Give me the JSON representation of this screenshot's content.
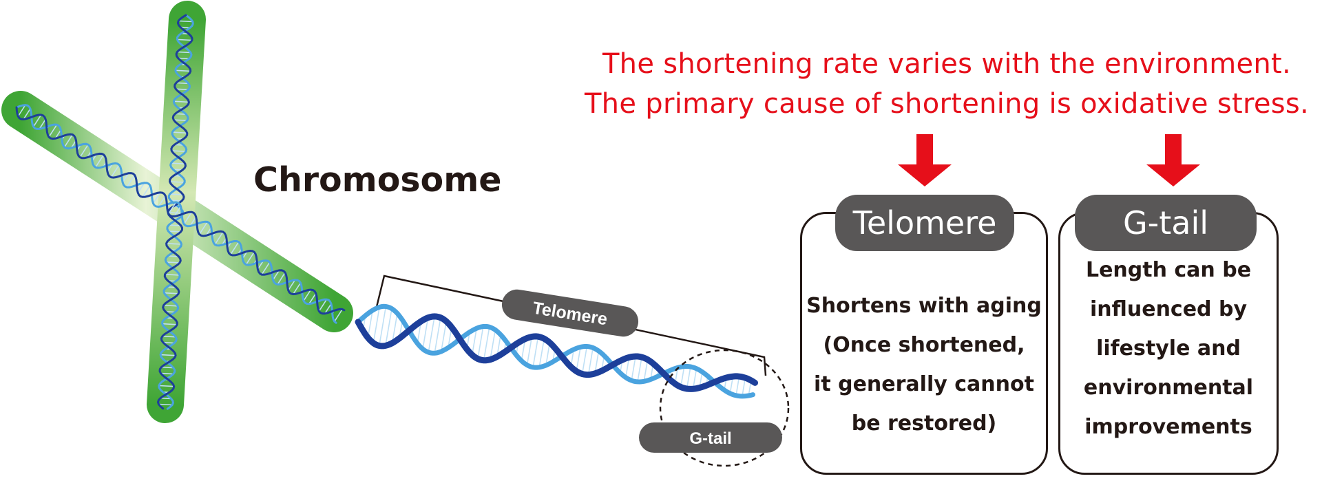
{
  "headline": {
    "line1": "The shortening rate varies with the environment.",
    "line2": "The primary cause of shortening is oxidative stress."
  },
  "chromosome_label": "Chromosome",
  "strand_labels": {
    "telomere": "Telomere",
    "gtail": "G-tail"
  },
  "boxes": {
    "telomere": {
      "title": "Telomere",
      "lines": [
        "Shortens with aging",
        "(Once shortened,",
        "it generally cannot",
        "be restored)"
      ]
    },
    "gtail": {
      "title": "G-tail",
      "lines": [
        "Length can be",
        "influenced by",
        "lifestyle and",
        "environmental",
        "improvements"
      ]
    }
  },
  "colors": {
    "headline": "#e60f1a",
    "arrow": "#e60f1a",
    "pill": "#595757",
    "text": "#231815",
    "chromosome_green": "#3fa535",
    "dna_dark": "#1d3f9a",
    "dna_light": "#4aa3df"
  },
  "icons": {
    "down_arrow": "down-arrow-icon"
  }
}
